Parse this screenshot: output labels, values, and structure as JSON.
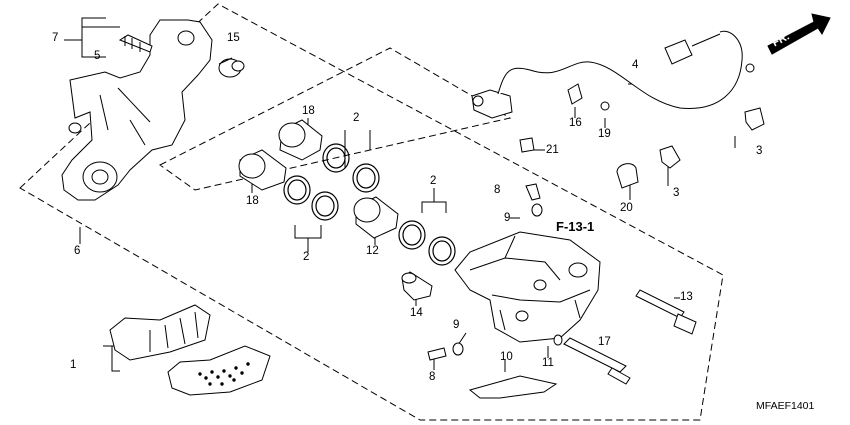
{
  "labels": {
    "c1": "1",
    "c2a": "2",
    "c2b": "2",
    "c2c": "2",
    "c3a": "3",
    "c3b": "3",
    "c4": "4",
    "c5": "5",
    "c6": "6",
    "c7": "7",
    "c8a": "8",
    "c8b": "8",
    "c9a": "9",
    "c9b": "9",
    "c10": "10",
    "c11": "11",
    "c12": "12",
    "c13": "13",
    "c14": "14",
    "c15": "15",
    "c16": "16",
    "c17": "17",
    "c18a": "18",
    "c18b": "18",
    "c19": "19",
    "c20": "20",
    "c21": "21"
  },
  "reference": "F-13-1",
  "direction_arrow": "FR.",
  "diagram_code": "MFAEF1401",
  "colors": {
    "line": "#000000",
    "shade": "#e6e6e6",
    "background": "#ffffff"
  }
}
